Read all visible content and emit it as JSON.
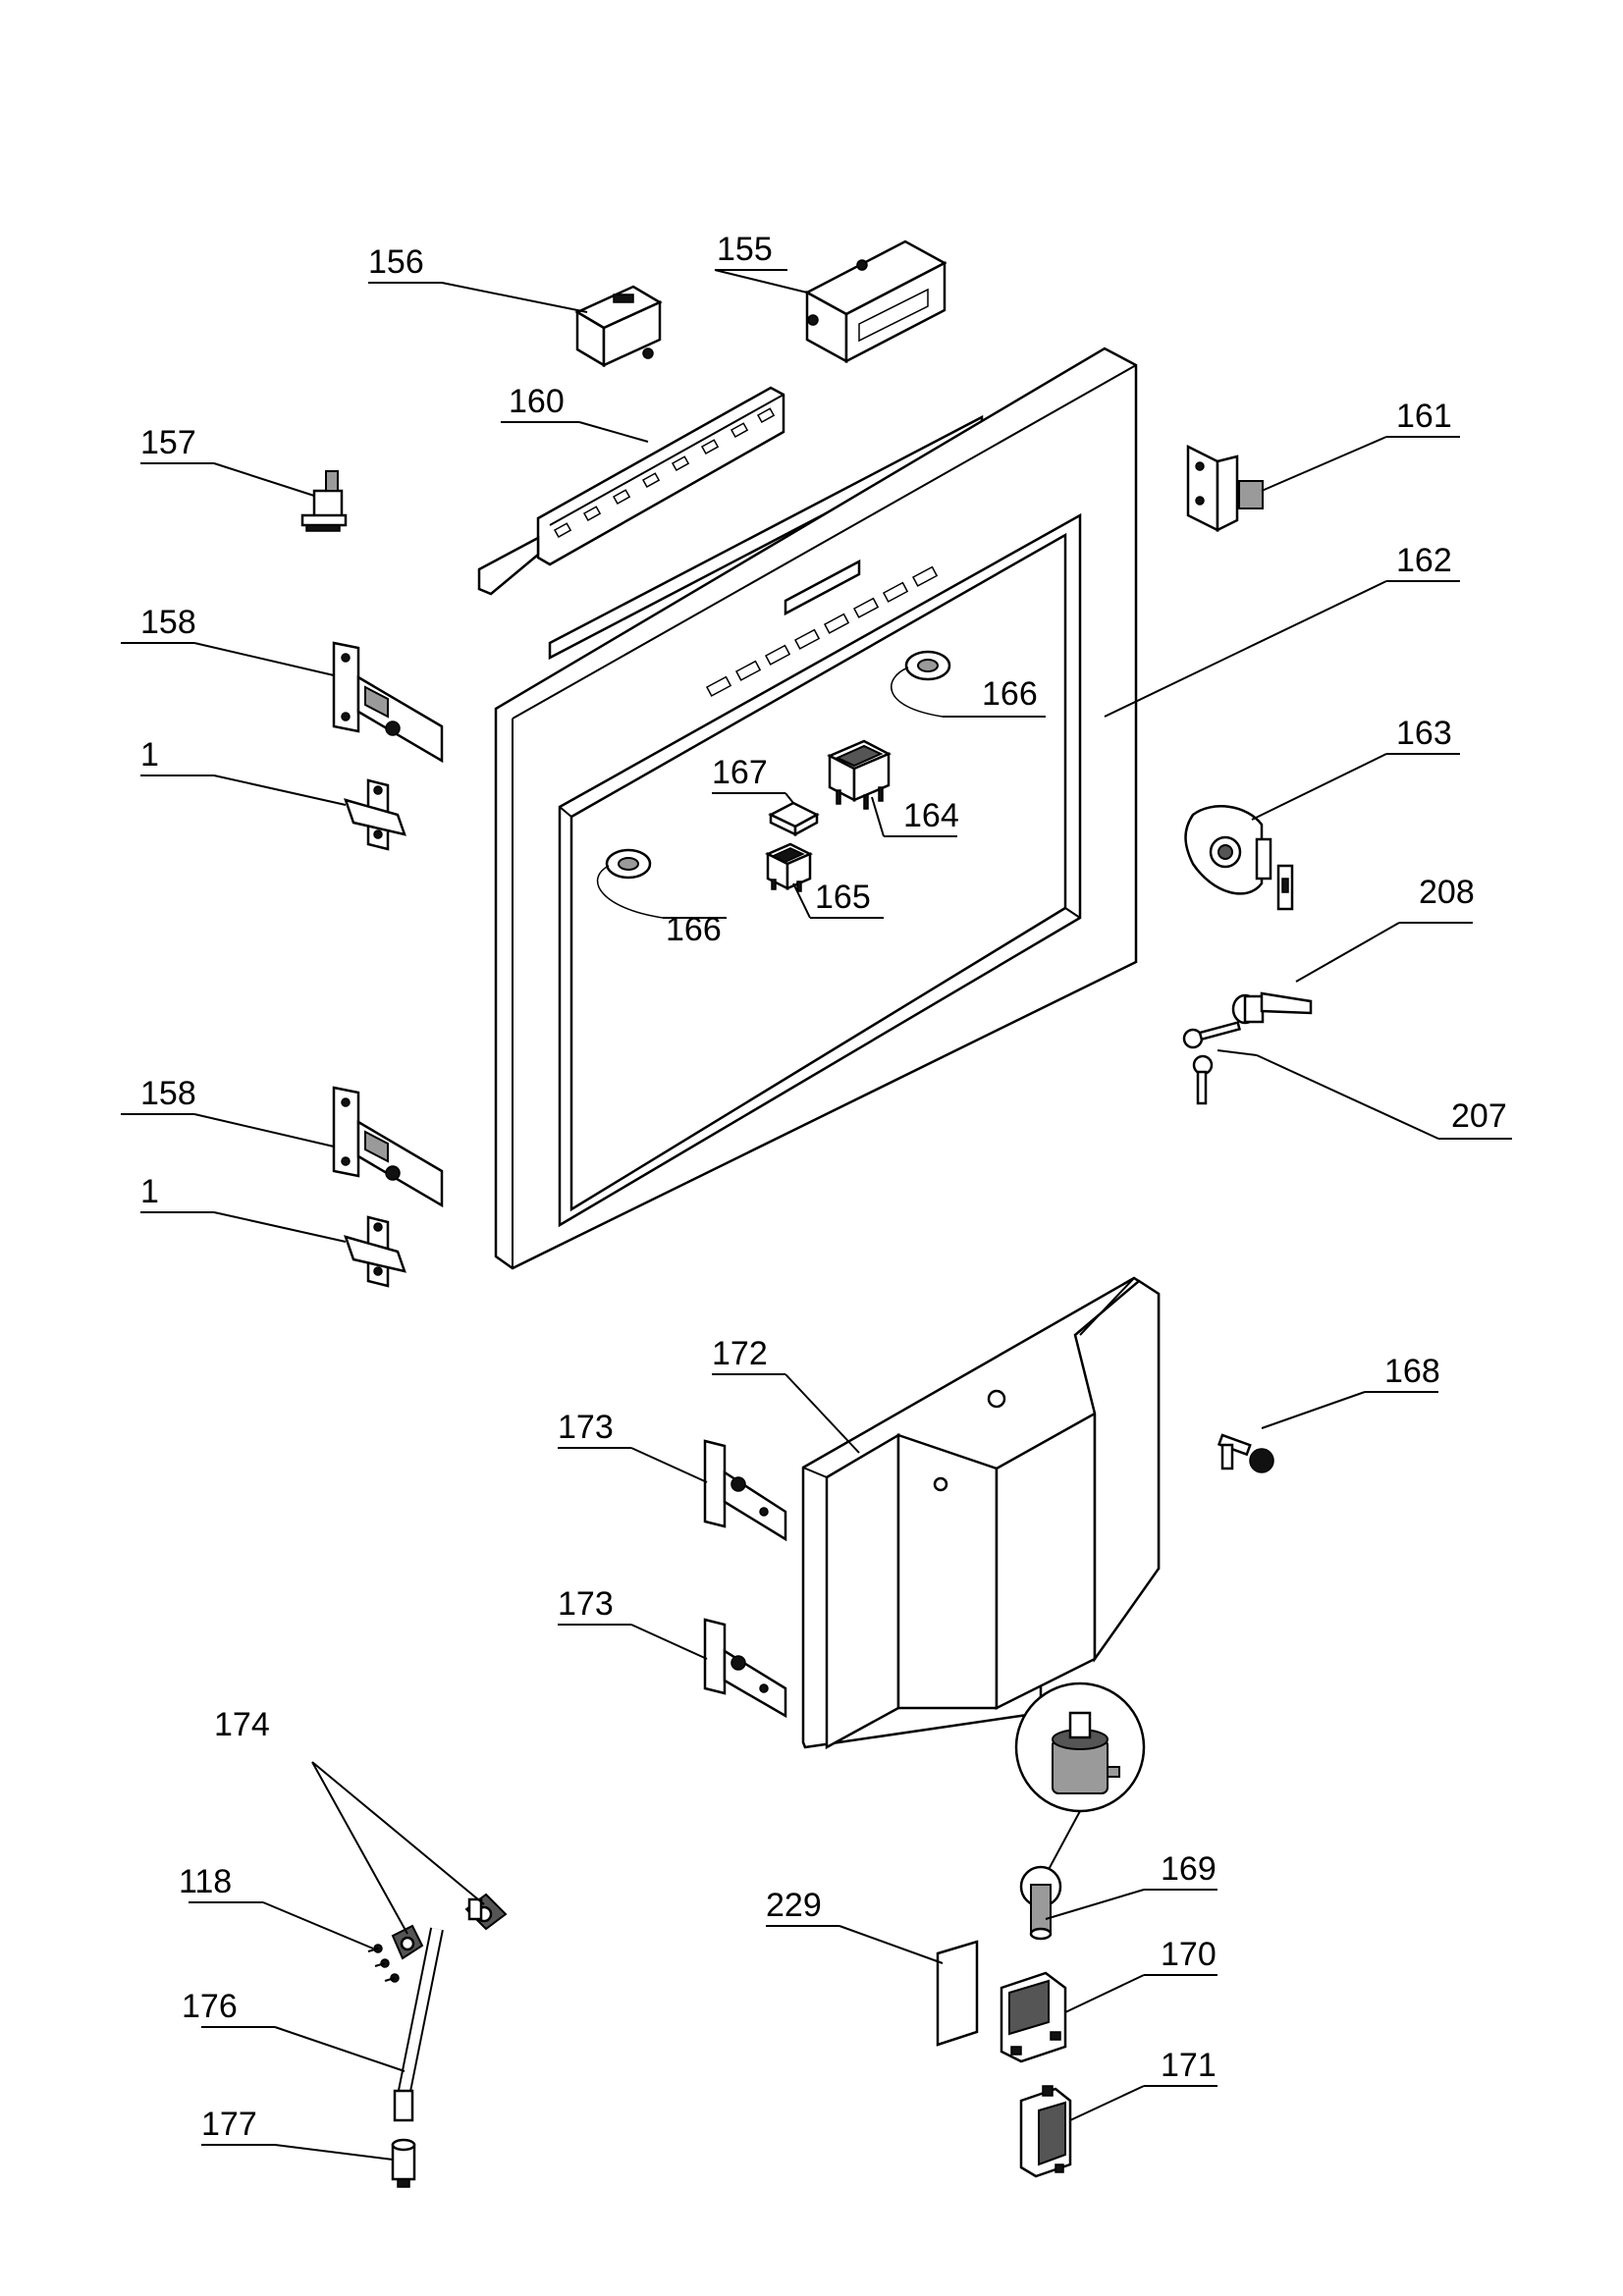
{
  "labels": {
    "l156": "156",
    "l155": "155",
    "l160": "160",
    "l157": "157",
    "l161": "161",
    "l162": "162",
    "l158a": "158",
    "l166a": "166",
    "l1a": "1",
    "l167": "167",
    "l164": "164",
    "l163": "163",
    "l165": "165",
    "l166b": "166",
    "l208": "208",
    "l207": "207",
    "l158b": "158",
    "l1b": "1",
    "l172": "172",
    "l168": "168",
    "l173a": "173",
    "l173b": "173",
    "l174": "174",
    "l118": "118",
    "l229": "229",
    "l169": "169",
    "l176": "176",
    "l170": "170",
    "l171": "171",
    "l177": "177"
  }
}
